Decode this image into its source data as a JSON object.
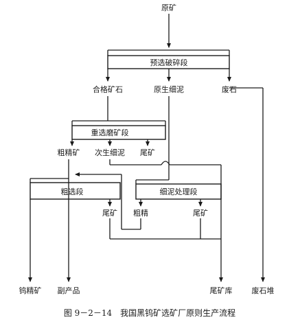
{
  "nodes": {
    "raw_ore": "原矿",
    "pre_crushing": "预选破碎段",
    "qualified_ore": "合格矿石",
    "primary_slime": "原生细泥",
    "waste_rock": "废石",
    "gravity_grinding": "重选磨矿段",
    "rough_concentrate_1": "粗精矿",
    "secondary_slime": "次生细泥",
    "tailings_1": "尾矿",
    "rough_concentration": "粗选段",
    "slime_treatment": "细泥处理段",
    "tailings_2": "尾矿",
    "rough_concentrate_2": "粗精",
    "tailings_3": "尾矿",
    "tungsten_concentrate": "钨精矿",
    "by_product": "副产品",
    "tailings_storage": "尾矿库",
    "waste_dump": "废石堆"
  },
  "caption": "图 9－2－14　我国黑钨矿选矿厂原则生产流程"
}
